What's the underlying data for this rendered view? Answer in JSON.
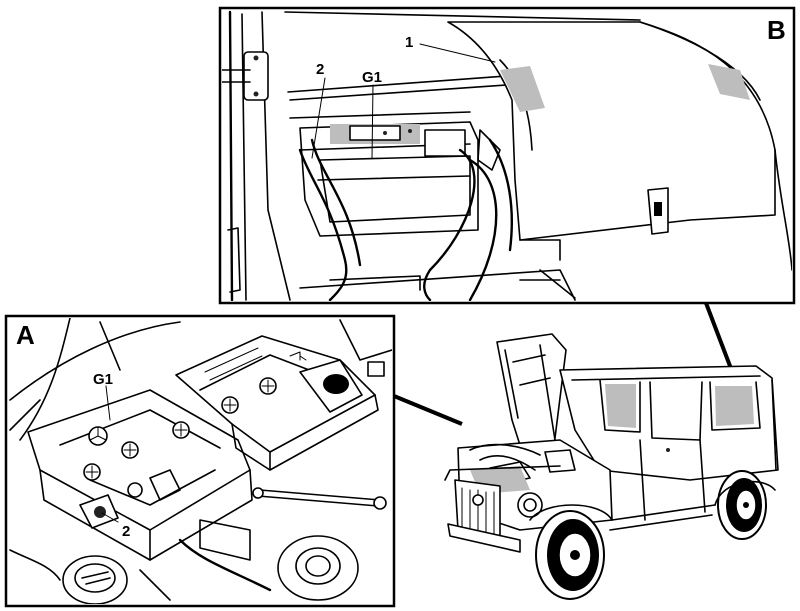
{
  "panels": {
    "top": {
      "tag": "B",
      "callouts": [
        "1",
        "2",
        "G1"
      ]
    },
    "left": {
      "tag": "A",
      "callouts": [
        "G1",
        "2"
      ]
    }
  },
  "colors": {
    "ink": "#000000",
    "paper": "#ffffff",
    "shade": "#bdbdbd"
  }
}
